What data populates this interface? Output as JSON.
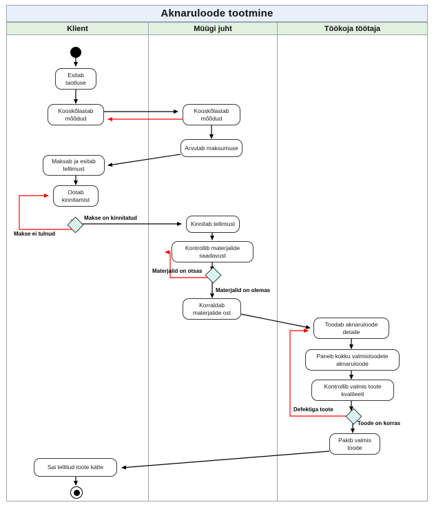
{
  "diagram": {
    "title": "Aknaruloode tootmine",
    "lanes": [
      {
        "id": "klient",
        "label": "Klient"
      },
      {
        "id": "muugi-juht",
        "label": "Müügi juht"
      },
      {
        "id": "tookoja-tootaja",
        "label": "Töökoja töötaja"
      }
    ],
    "colors": {
      "title_bg": "#eaf0fb",
      "lane_header_bg": "#e1f0df",
      "border": "#9aa3b0",
      "node_border": "#3a3a3a",
      "node_bg": "#ffffff",
      "decision_fill": "#d9f2ef",
      "flow": "#000000",
      "flow_alternate": "#ff0000"
    },
    "nodes": {
      "start": "start-node",
      "a1": "Esitab\ntaotluse",
      "a2": "Kooskõlastab\nmõõdud",
      "a3": "Maksab ja esitab\ntellimust",
      "a4": "Ootab\nkinnitamist",
      "d1": "decision",
      "b1": "Kooskõlastab\nmõõdud",
      "b2": "Arvutab maksumuse",
      "b3": "Kinnitab tellimust",
      "b4": "Kontrollib materjalide\nsaadavust",
      "d2": "decision",
      "b5": "Korraldab\nmaterjalide ost",
      "c1": "Toodab aknaruloode\ndetaile",
      "c2": "Paneb kokku valmistoodete\naknaruloode",
      "c3": "Kontrollib valmis toote\nkvaliteeti",
      "d3": "decision",
      "c4": "Pakib valmis\ntoode",
      "a5": "Sai tellitud toote kätte",
      "end": "end-node"
    },
    "edge_labels": {
      "makse_ei_tulnud": "Makse ei tulnud",
      "makse_on_kinnitatud": "Makse on kinnitatud",
      "materjalid_on_otsas": "Materjalid on otsas",
      "materjalid_on_olemas": "Materjalid on olemas",
      "defektiga_toote": "Defektiga toote",
      "toode_on_korras": "Toode on korras"
    }
  }
}
